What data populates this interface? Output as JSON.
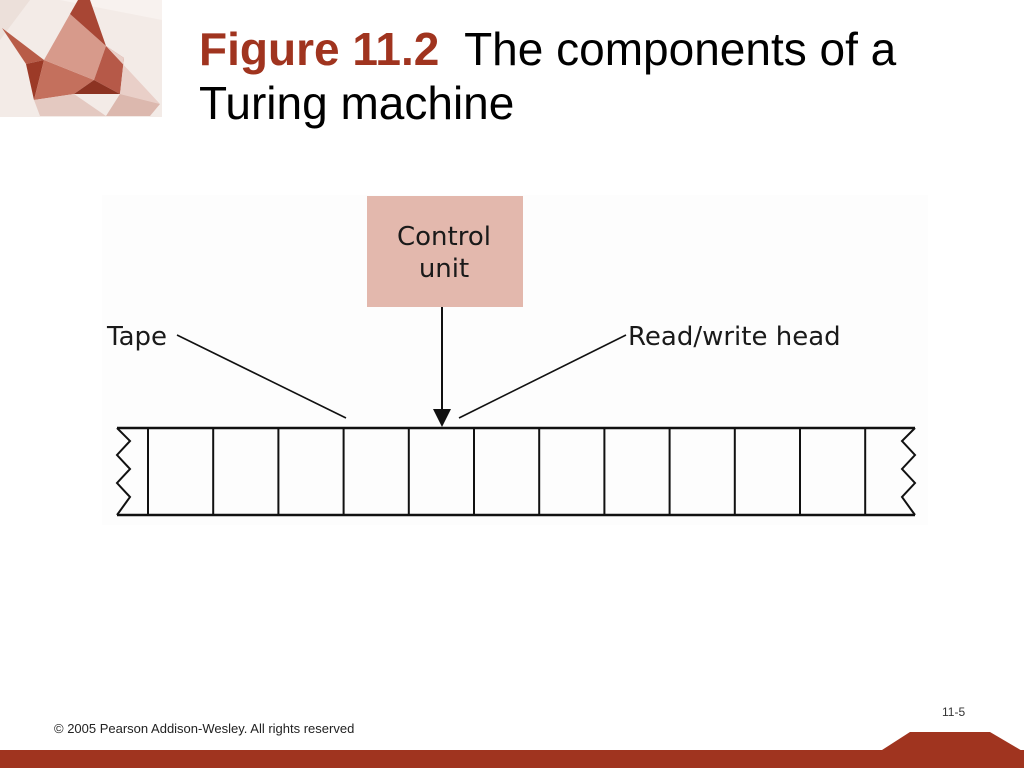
{
  "slide": {
    "title_figure": "Figure 11.2",
    "title_text": "The components of a Turing machine",
    "copyright": "© 2005 Pearson Addison-Wesley. All rights reserved",
    "slide_number": "11-5"
  },
  "diagram": {
    "control_unit_line1": "Control",
    "control_unit_line2": "unit",
    "tape_label": "Tape",
    "head_label": "Read/write head",
    "tape_cell_count": 11
  },
  "colors": {
    "accent": "#a0341f",
    "control_unit_fill": "#e3b8ad",
    "footer_bar": "#a0341f"
  },
  "icons": {
    "logo": "origami-crane-icon"
  }
}
